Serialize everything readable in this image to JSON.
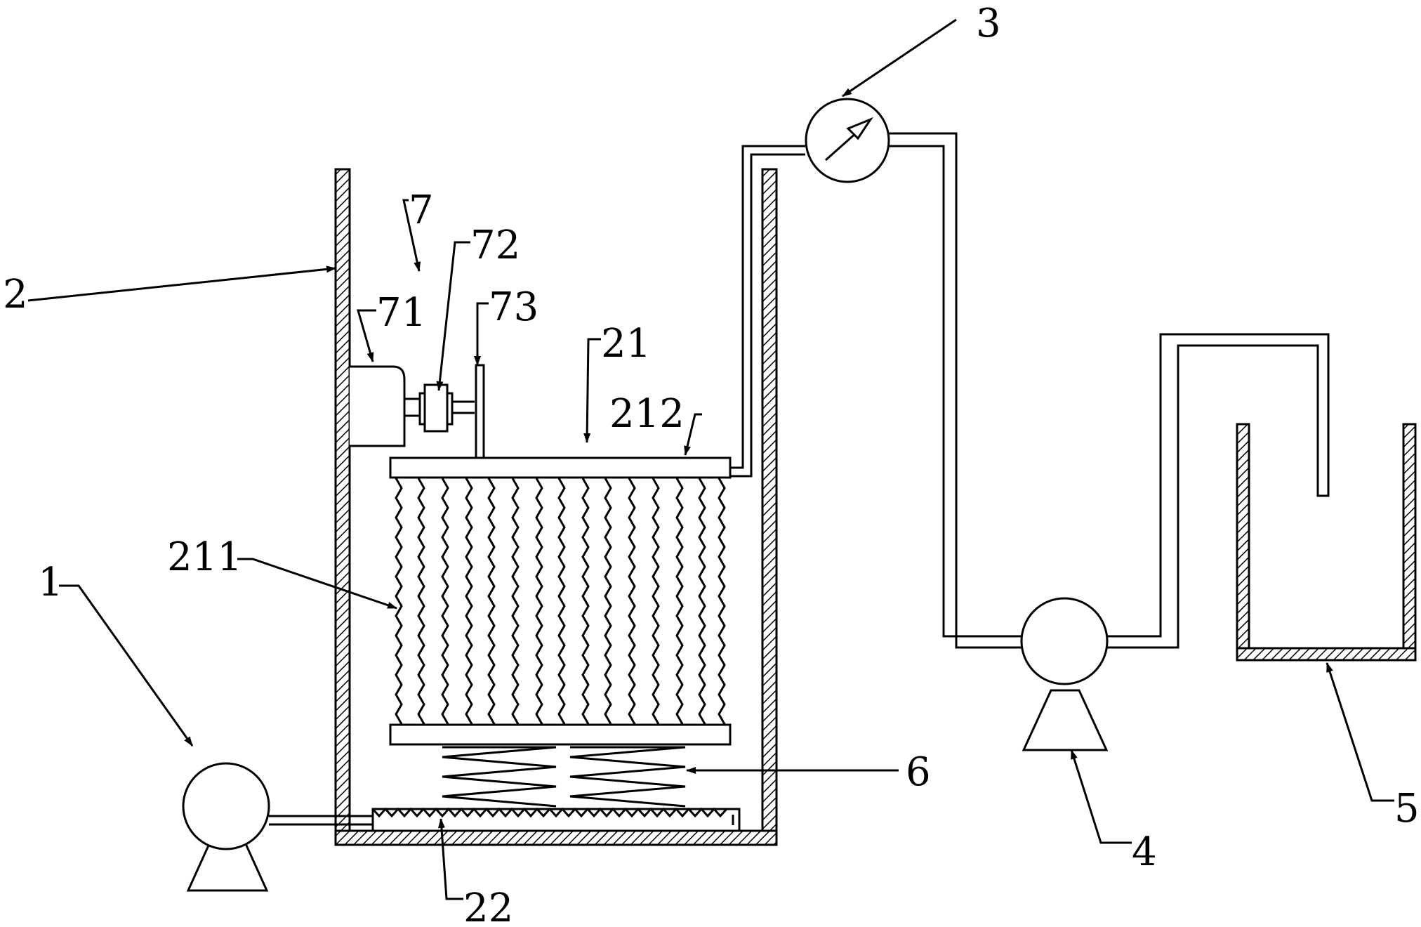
{
  "labels": {
    "l1": "1",
    "l2": "2",
    "l3": "3",
    "l4": "4",
    "l5": "5",
    "l6": "6",
    "l7": "7",
    "l71": "71",
    "l72": "72",
    "l73": "73",
    "l21": "21",
    "l211": "211",
    "l212": "212",
    "l22": "22"
  }
}
